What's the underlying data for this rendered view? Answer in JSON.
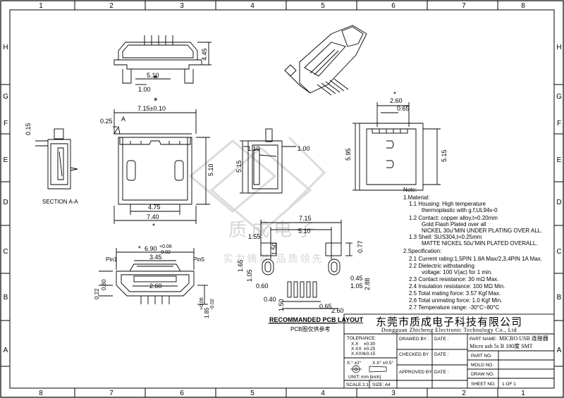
{
  "border": {
    "top_numbers": [
      "1",
      "2",
      "3",
      "4",
      "5",
      "6",
      "7",
      "8"
    ],
    "bottom_numbers": [
      "8",
      "7",
      "6",
      "5",
      "4",
      "3",
      "2",
      "1"
    ],
    "left_letters": [
      "H",
      "G",
      "F",
      "E",
      "D",
      "C",
      "B",
      "A"
    ],
    "right_letters": [
      "H",
      "G",
      "F",
      "E",
      "D",
      "C",
      "B",
      "A"
    ]
  },
  "top_view": {
    "dim_height": "4.45",
    "dim_pitch": "5.10",
    "dim_pin": "1.00",
    "star": "*"
  },
  "front_view": {
    "dim_width": "7.15±0.10",
    "dim_025": "0.25",
    "label_a": "A",
    "dim_height": "5.10",
    "dim_475": "4.75",
    "dim_740": "7.40",
    "star": "*"
  },
  "section_view": {
    "dim_015": "0.15",
    "label": "SECTION A-A"
  },
  "side_view": {
    "dim_110": "1.10",
    "dim_100": "1.00",
    "dim_515": "5.15"
  },
  "rear_view": {
    "dim_260": "2.60",
    "dim_065": "0.65",
    "dim_595": "5.95",
    "dim_515": "5.15",
    "star": "*"
  },
  "pin_view": {
    "dim_690": "6.90",
    "tol_upper": "+0.06",
    "tol_lower": "-0.02",
    "pin1": "Pin1",
    "pin5": "Pin5",
    "dim_345": "3.45",
    "dim_260": "2.60",
    "dim_022": "0.22",
    "dim_060": "0.60",
    "dim_185": "1.85",
    "tol2_upper": "+0.06",
    "tol2_lower": "-0.02",
    "star": "*"
  },
  "pcb": {
    "dim_715": "7.15",
    "dim_510": "5.10",
    "dim_155": "1.55",
    "dim_150": "1.50",
    "dim_077": "0.77",
    "dim_165": "1.65",
    "dim_105": "1.05",
    "dim_060": "0.60",
    "dim_045": "0.45",
    "dim_105b": "1.05",
    "dim_288": "2.88",
    "dim_040": "0.40",
    "dim_065": "0.65",
    "dim_150b": "1.50",
    "dim_260": "2.60",
    "title": "RECOMMANDED PCB LAYOUT",
    "subtitle": "PCB图仅供参考"
  },
  "notes": {
    "heading": "Note:",
    "lines": [
      "1.Material:",
      "1.1  Housing: High temperature",
      "thermoplastic with g.f,UL94v-0",
      "1.2  Contact: copper alloy,t=0.20mm",
      "Gold Flash Plated over all",
      "NICKEL 30u\"MIN UNDER PLATING OVER ALL.",
      "1.3  Shell: SUS304,t=0.25mm",
      "MATTE NICKEL 50u\"MIN PLATED OVERALL.",
      "2.Specification:",
      "2.1  Current rating:1,5PIN 1.8A Max/2,3,4PIN 1A Max.",
      "2.2  Dielectric withstanding",
      "voltage: 100 V(ac) for 1 min.",
      "2.3  Contact resistance: 30 mΩ Max.",
      "2.4  Insulation resistance: 100 MΩ Min.",
      "2.5  Total mating force: 3.57 Kgf Max.",
      "2.6  Total unmating force: 1.0 Kgf Min.",
      "2.7  Temperature range: -30°C~80°C"
    ]
  },
  "title_block": {
    "company_cn": "东莞市质成电子科技有限公司",
    "company_en": "Dongguan Zhicheng Electronic Technology Co., Ltd",
    "tolerance_label": "TOLERANCE:",
    "tol_x": "X.X",
    "tol_x_val": "±0.30",
    "tol_xx": "X.XX",
    "tol_xx_val": "±0.25",
    "tol_xxx": "X.XXX",
    "tol_xxx_val": "±0.15",
    "tol_ang1": "X.°  ±2°",
    "tol_ang2": "X.X° ±0.5°",
    "unit": "UNIT:  mm  [inch]",
    "scale": "SCALE:1:1",
    "size": "SIZE: A4",
    "drawed_by": "DRAWED BY :",
    "checked_by": "CHECKED BY :",
    "approved_by": "APPROVED BY :",
    "date": "DATE :",
    "part_name_label": "PART NAME:",
    "part_name": "MICRO USB 连接器",
    "part_desc": "Micro usb 5s B 180度 SMT",
    "part_no": "PART NO.",
    "mold_no": "MOLD NO.",
    "draw_no": "DRAW NO.",
    "sheet_no": "SHEET NO.",
    "sheet": "1 OF 1"
  },
  "watermark": {
    "main": "质成电子",
    "sub": "实力铸就 品质领先"
  }
}
